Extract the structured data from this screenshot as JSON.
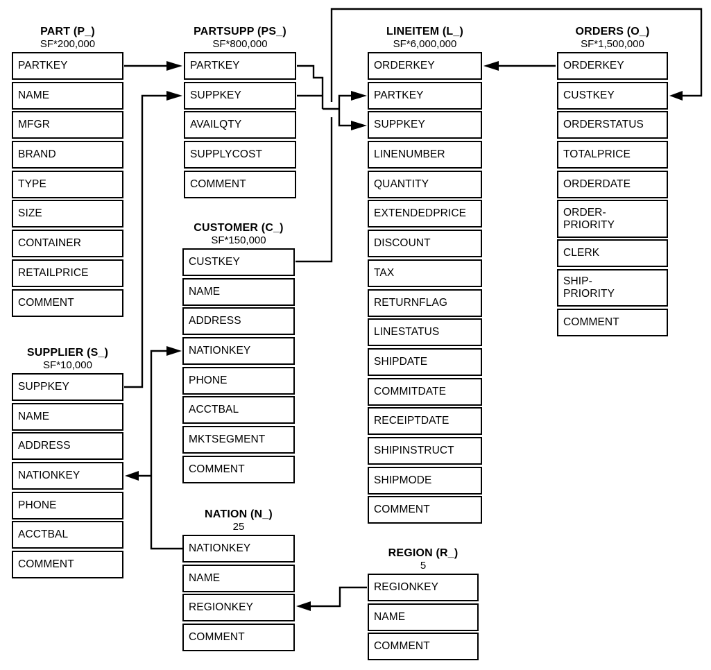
{
  "colors": {
    "line": "#000000",
    "text": "#000000",
    "background": "#ffffff"
  },
  "tables": {
    "part": {
      "name": "PART (P_)",
      "cardinality": "SF*200,000",
      "rows": [
        "PARTKEY",
        "NAME",
        "MFGR",
        "BRAND",
        "TYPE",
        "SIZE",
        "CONTAINER",
        "RETAILPRICE",
        "COMMENT"
      ]
    },
    "partsupp": {
      "name": "PARTSUPP (PS_)",
      "cardinality": "SF*800,000",
      "rows": [
        "PARTKEY",
        "SUPPKEY",
        "AVAILQTY",
        "SUPPLYCOST",
        "COMMENT"
      ]
    },
    "lineitem": {
      "name": "LINEITEM (L_)",
      "cardinality": "SF*6,000,000",
      "rows": [
        "ORDERKEY",
        "PARTKEY",
        "SUPPKEY",
        "LINENUMBER",
        "QUANTITY",
        "EXTENDEDPRICE",
        "DISCOUNT",
        "TAX",
        "RETURNFLAG",
        "LINESTATUS",
        "SHIPDATE",
        "COMMITDATE",
        "RECEIPTDATE",
        "SHIPINSTRUCT",
        "SHIPMODE",
        "COMMENT"
      ]
    },
    "orders": {
      "name": "ORDERS (O_)",
      "cardinality": "SF*1,500,000",
      "rows": [
        "ORDERKEY",
        "CUSTKEY",
        "ORDERSTATUS",
        "TOTALPRICE",
        "ORDERDATE",
        "ORDER-\nPRIORITY",
        "CLERK",
        "SHIP-\nPRIORITY",
        "COMMENT"
      ]
    },
    "supplier": {
      "name": "SUPPLIER (S_)",
      "cardinality": "SF*10,000",
      "rows": [
        "SUPPKEY",
        "NAME",
        "ADDRESS",
        "NATIONKEY",
        "PHONE",
        "ACCTBAL",
        "COMMENT"
      ]
    },
    "customer": {
      "name": "CUSTOMER (C_)",
      "cardinality": "SF*150,000",
      "rows": [
        "CUSTKEY",
        "NAME",
        "ADDRESS",
        "NATIONKEY",
        "PHONE",
        "ACCTBAL",
        "MKTSEGMENT",
        "COMMENT"
      ]
    },
    "nation": {
      "name": "NATION (N_)",
      "cardinality": "25",
      "rows": [
        "NATIONKEY",
        "NAME",
        "REGIONKEY",
        "COMMENT"
      ]
    },
    "region": {
      "name": "REGION (R_)",
      "cardinality": "5",
      "rows": [
        "REGIONKEY",
        "NAME",
        "COMMENT"
      ]
    }
  },
  "edges": [
    {
      "from": "PART.PARTKEY",
      "to": "PARTSUPP.PARTKEY"
    },
    {
      "from": "SUPPLIER.SUPPKEY",
      "to": "PARTSUPP.SUPPKEY"
    },
    {
      "from": "PARTSUPP.PARTKEY",
      "to": "LINEITEM.PARTKEY"
    },
    {
      "from": "PARTSUPP.SUPPKEY",
      "to": "LINEITEM.SUPPKEY"
    },
    {
      "from": "ORDERS.ORDERKEY",
      "to": "LINEITEM.ORDERKEY"
    },
    {
      "from": "CUSTOMER.CUSTKEY",
      "to": "ORDERS.CUSTKEY"
    },
    {
      "from": "NATION.NATIONKEY",
      "to": "CUSTOMER.NATIONKEY"
    },
    {
      "from": "NATION.NATIONKEY",
      "to": "SUPPLIER.NATIONKEY"
    },
    {
      "from": "REGION.REGIONKEY",
      "to": "NATION.REGIONKEY"
    }
  ]
}
